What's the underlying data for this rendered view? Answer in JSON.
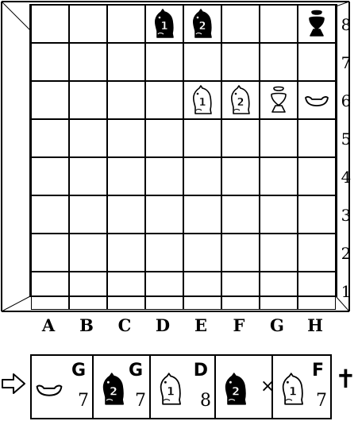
{
  "board": {
    "files": [
      "A",
      "B",
      "C",
      "D",
      "E",
      "F",
      "G",
      "H"
    ],
    "ranks": [
      "8",
      "7",
      "6",
      "5",
      "4",
      "3",
      "2",
      "1"
    ],
    "pieces": [
      {
        "square": "D8",
        "color": "black",
        "kind": "knight",
        "mark": "1"
      },
      {
        "square": "E8",
        "color": "black",
        "kind": "knight",
        "mark": "2"
      },
      {
        "square": "H8",
        "color": "black",
        "kind": "pawn",
        "mark": ""
      },
      {
        "square": "E6",
        "color": "white",
        "kind": "knight",
        "mark": "1"
      },
      {
        "square": "F6",
        "color": "white",
        "kind": "knight",
        "mark": "2"
      },
      {
        "square": "G6",
        "color": "white",
        "kind": "pawn",
        "mark": ""
      },
      {
        "square": "H6",
        "color": "white",
        "kind": "boat",
        "mark": ""
      }
    ]
  },
  "moves": {
    "arrow_icon": "right-arrow-icon",
    "result_symbol": "✝",
    "entries": [
      {
        "piece": "white-boat",
        "file": "G",
        "rank": "7",
        "capture": false
      },
      {
        "piece": "black-knight-2",
        "file": "G",
        "rank": "7",
        "capture": false
      },
      {
        "piece": "white-knight-1",
        "file": "D",
        "rank": "8",
        "capture": false
      },
      {
        "piece": "black-knight-2",
        "file": "",
        "rank": "",
        "capture": true,
        "capture_symbol": "×"
      },
      {
        "piece": "white-knight-1",
        "file": "F",
        "rank": "7",
        "capture": false
      }
    ]
  },
  "colors": {
    "ink": "#000000",
    "background": "#ffffff"
  }
}
